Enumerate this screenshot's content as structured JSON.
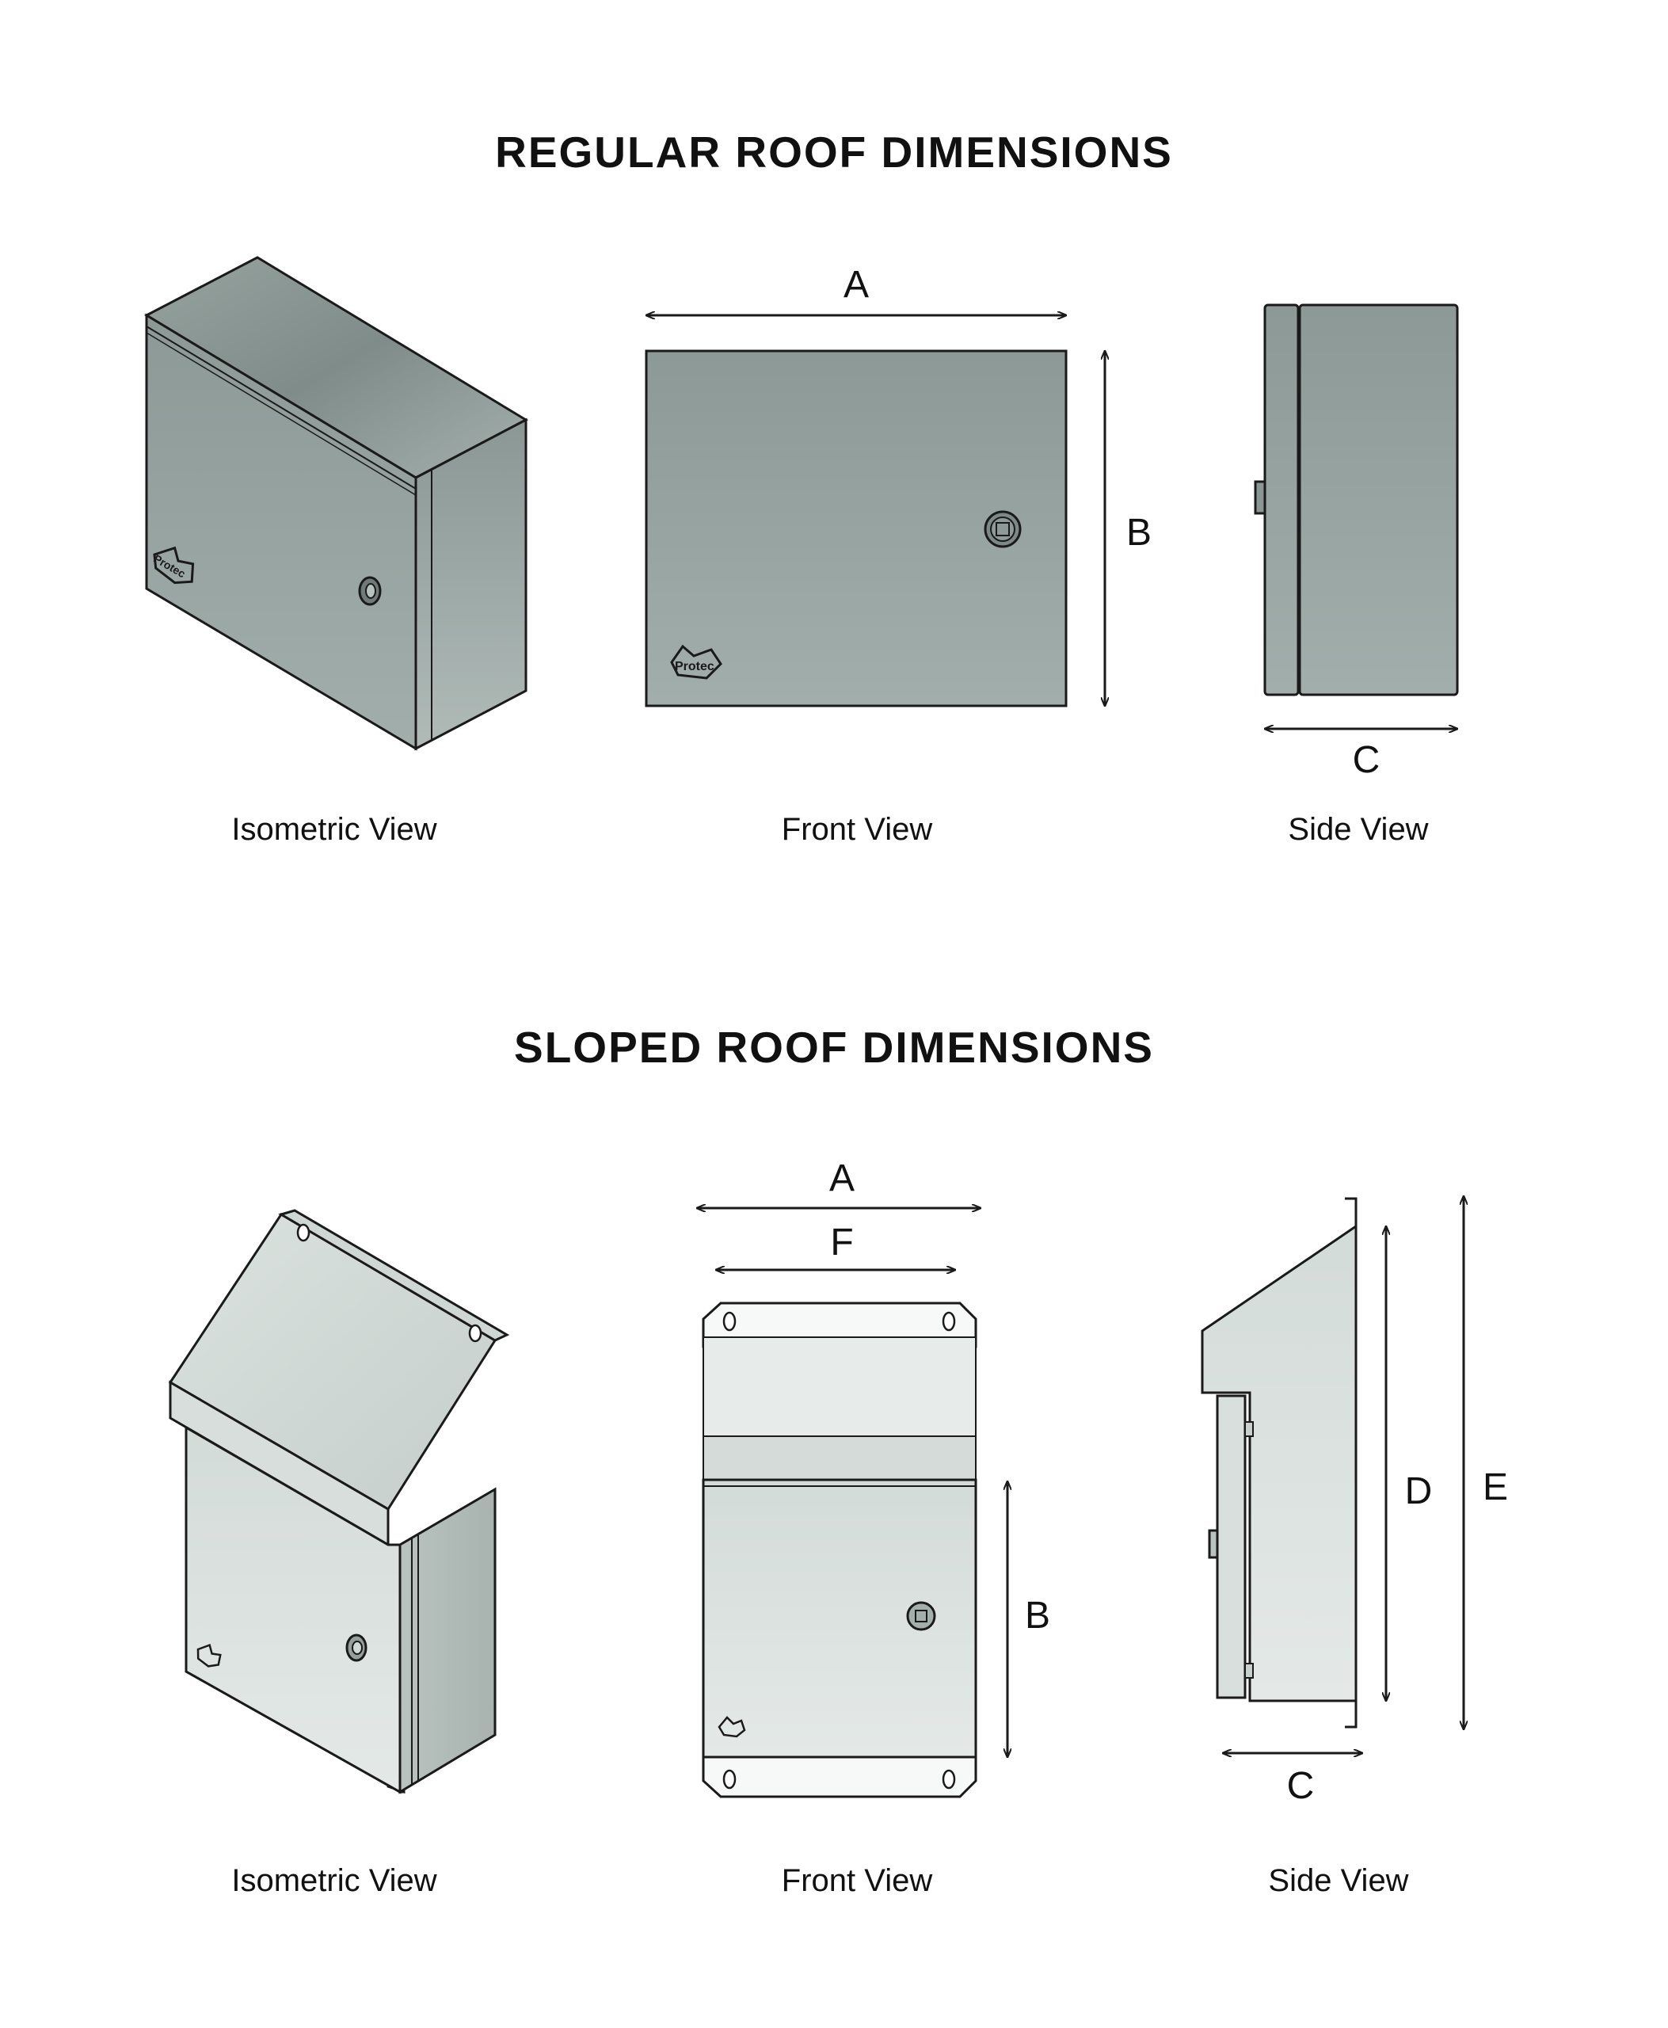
{
  "regular": {
    "title": "REGULAR ROOF DIMENSIONS",
    "captions": {
      "isometric": "Isometric View",
      "front": "Front View",
      "side": "Side View"
    },
    "labels": {
      "a": "A",
      "b": "B",
      "c": "C"
    }
  },
  "sloped": {
    "title": "SLOPED ROOF DIMENSIONS",
    "captions": {
      "isometric": "Isometric View",
      "front": "Front View",
      "side": "Side View"
    },
    "labels": {
      "a": "A",
      "f": "F",
      "b": "B",
      "c": "C",
      "d": "D",
      "e": "E"
    }
  },
  "colors": {
    "steel_dark": "#8f9c99",
    "steel_light": "#dfe5e2",
    "line": "#1a1a1a"
  },
  "logo_text": "Protec"
}
